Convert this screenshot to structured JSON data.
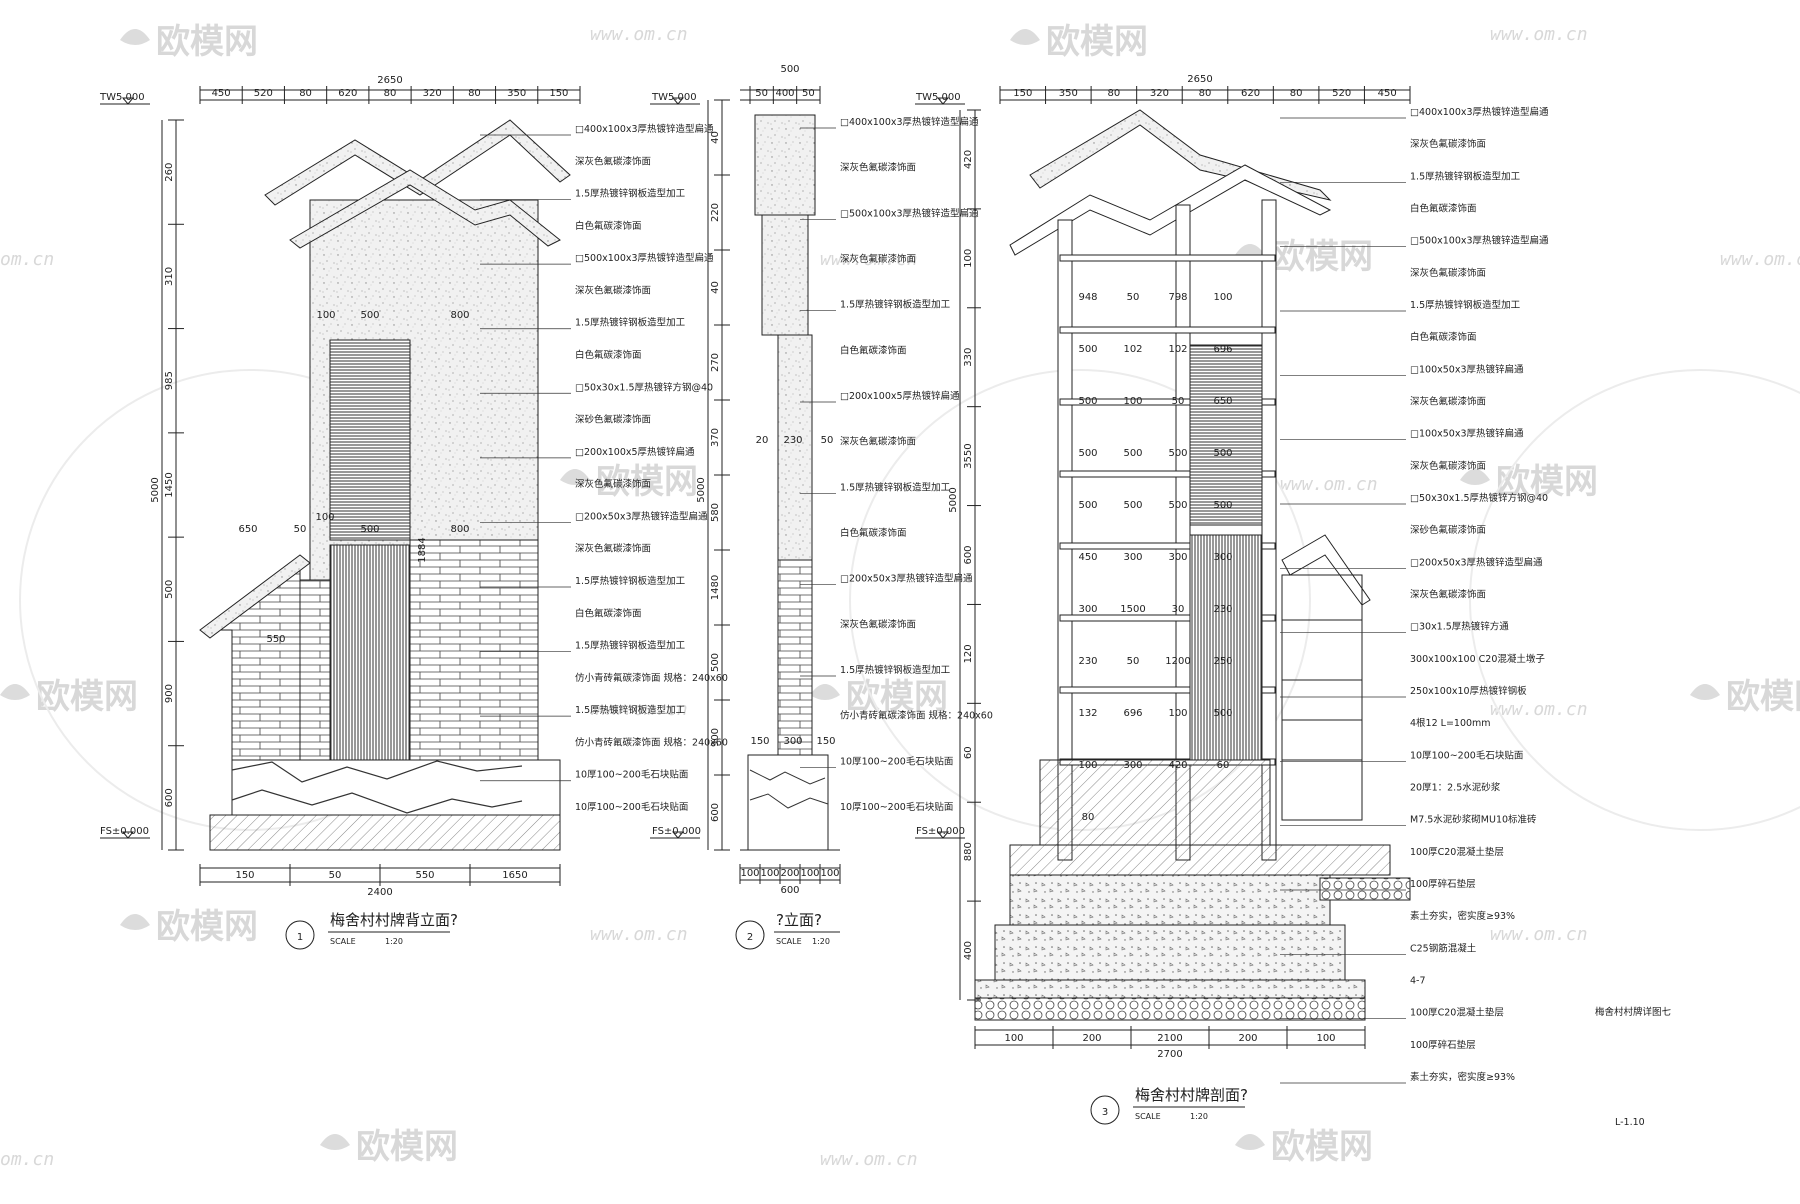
{
  "watermark": {
    "brand": "欧模网",
    "url": "www.om.cn",
    "url_short": "om.cn"
  },
  "sheet": {
    "name": "梅舍村村牌详图七",
    "code": "L-1.10"
  },
  "drawings": [
    {
      "id": "rear-elevation",
      "number": "1",
      "title": "梅舍村村牌背立面?",
      "scale_label": "SCALE",
      "scale": "1:20",
      "level_top": "TW5.000",
      "level_bottom": "FS±0.000",
      "top_total": "2650",
      "top_dims": [
        "450",
        "520",
        "80",
        "620",
        "80",
        "320",
        "80",
        "350",
        "150"
      ],
      "left_total": "5000",
      "left_dims": [
        "260",
        "310",
        "985",
        "1450",
        "500",
        "900",
        "600"
      ],
      "bottom_total": "2400",
      "bottom_dims": [
        "150",
        "50",
        "550",
        "1650"
      ],
      "inner_dims": [
        "100",
        "500",
        "800",
        "650",
        "50",
        "100",
        "500",
        "800",
        "550",
        "1884"
      ],
      "labels": [
        "□400x100x3厚热镀锌造型扁通",
        "深灰色氟碳漆饰面",
        "1.5厚热镀锌钢板造型加工",
        "白色氟碳漆饰面",
        "□500x100x3厚热镀锌造型扁通",
        "深灰色氟碳漆饰面",
        "1.5厚热镀锌钢板造型加工",
        "白色氟碳漆饰面",
        "□50x30x1.5厚热镀锌方钢@40",
        "深砂色氟碳漆饰面",
        "□200x100x5厚热镀锌扁通",
        "深灰色氟碳漆饰面",
        "□200x50x3厚热镀锌造型扁通",
        "深灰色氟碳漆饰面",
        "1.5厚热镀锌钢板造型加工",
        "白色氟碳漆饰面",
        "1.5厚热镀锌钢板造型加工",
        "仿小青砖氟碳漆饰面  规格：240x60",
        "1.5厚热镀锌钢板造型加工",
        "仿小青砖氟碳漆饰面  规格：240x60",
        "10厚100~200毛石块贴面",
        "10厚100~200毛石块贴面"
      ]
    },
    {
      "id": "side-elevation",
      "number": "2",
      "title": "?立面?",
      "scale_label": "SCALE",
      "scale": "1:20",
      "level_top": "TW5.000",
      "level_bottom": "FS±0.000",
      "top_total": "500",
      "top_dims": [
        "50",
        "400",
        "50"
      ],
      "left_total": "5000",
      "left_dims": [
        "40",
        "220",
        "40",
        "270",
        "370",
        "580",
        "1480",
        "500",
        "900",
        "600"
      ],
      "bottom_total": "600",
      "bottom_dims": [
        "100",
        "100",
        "200",
        "100",
        "100"
      ],
      "inner_dims": [
        "20",
        "230",
        "50",
        "150",
        "300",
        "150"
      ],
      "labels": [
        "□400x100x3厚热镀锌造型扁通",
        "深灰色氟碳漆饰面",
        "□500x100x3厚热镀锌造型扁通",
        "深灰色氟碳漆饰面",
        "1.5厚热镀锌钢板造型加工",
        "白色氟碳漆饰面",
        "□200x100x5厚热镀锌扁通",
        "深灰色氟碳漆饰面",
        "1.5厚热镀锌钢板造型加工",
        "白色氟碳漆饰面",
        "□200x50x3厚热镀锌造型扁通",
        "深灰色氟碳漆饰面",
        "1.5厚热镀锌钢板造型加工",
        "仿小青砖氟碳漆饰面  规格：240x60",
        "10厚100~200毛石块贴面",
        "10厚100~200毛石块贴面"
      ]
    },
    {
      "id": "section",
      "number": "3",
      "title": "梅舍村村牌剖面?",
      "scale_label": "SCALE",
      "scale": "1:20",
      "level_top": "TW5.000",
      "level_bottom": "FS±0.000",
      "top_total": "2650",
      "top_dims": [
        "150",
        "350",
        "80",
        "320",
        "80",
        "620",
        "80",
        "520",
        "450"
      ],
      "left_total": "5000",
      "left_dims": [
        "420",
        "100",
        "330",
        "3550",
        "600",
        "120",
        "60",
        "880",
        "400"
      ],
      "bottom_total": "2700",
      "bottom_dims": [
        "100",
        "200",
        "2100",
        "200",
        "100"
      ],
      "inner_dims": [
        "948",
        "50",
        "798",
        "100",
        "500",
        "102",
        "102",
        "696",
        "500",
        "100",
        "50",
        "650",
        "500",
        "500",
        "500",
        "500",
        "500",
        "500",
        "500",
        "500",
        "450",
        "300",
        "300",
        "300",
        "300",
        "1500",
        "30",
        "230",
        "230",
        "50",
        "1200",
        "250",
        "132",
        "696",
        "100",
        "500",
        "100",
        "300",
        "420",
        "60",
        "80"
      ],
      "labels": [
        "□400x100x3厚热镀锌造型扁通",
        "深灰色氟碳漆饰面",
        "1.5厚热镀锌钢板造型加工",
        "白色氟碳漆饰面",
        "□500x100x3厚热镀锌造型扁通",
        "深灰色氟碳漆饰面",
        "1.5厚热镀锌钢板造型加工",
        "白色氟碳漆饰面",
        "□100x50x3厚热镀锌扁通",
        "深灰色氟碳漆饰面",
        "□100x50x3厚热镀锌扁通",
        "深灰色氟碳漆饰面",
        "□50x30x1.5厚热镀锌方钢@40",
        "深砂色氟碳漆饰面",
        "□200x50x3厚热镀锌造型扁通",
        "深灰色氟碳漆饰面",
        "□30x1.5厚热镀锌方通",
        "300x100x100 C20混凝土墩子",
        "250x100x10厚热镀锌钢板",
        "4根12 L=100mm",
        "10厚100~200毛石块贴面",
        "20厚1：2.5水泥砂浆",
        "M7.5水泥砂浆砌MU10标准砖",
        "100厚C20混凝土垫层",
        "100厚碎石垫层",
        "素土夯实，密实度≥93%",
        "C25钢筋混凝土",
        "4-7",
        "100厚C20混凝土垫层",
        "100厚碎石垫层",
        "素土夯实，密实度≥93%"
      ]
    }
  ]
}
